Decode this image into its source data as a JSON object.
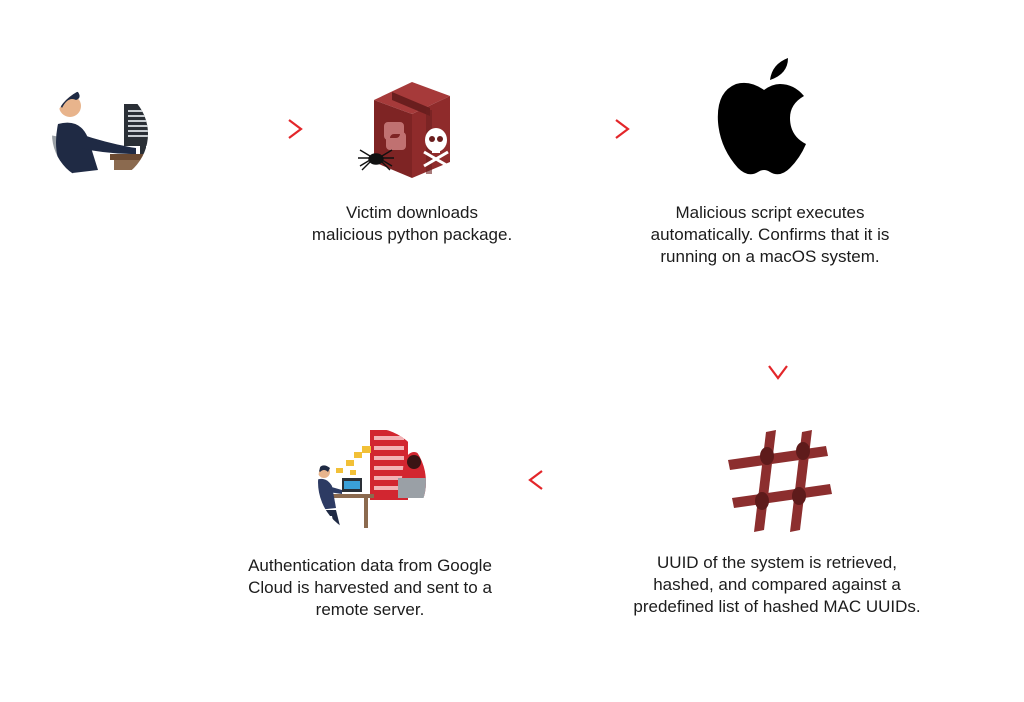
{
  "steps": [
    {
      "id": "victim",
      "icon": "developer-at-desk-icon",
      "caption": ""
    },
    {
      "id": "package",
      "icon": "malicious-package-box-icon",
      "caption": "Victim downloads\nmalicious python package."
    },
    {
      "id": "execute",
      "icon": "apple-logo-icon",
      "caption": "Malicious script executes\nautomatically. Confirms that it is\nrunning on a macOS system."
    },
    {
      "id": "uuid",
      "icon": "hash-symbol-icon",
      "caption": "UUID of the system is retrieved,\nhashed, and compared against a\npredefined list of hashed MAC UUIDs."
    },
    {
      "id": "exfil",
      "icon": "data-exfiltration-hacker-icon",
      "caption": "Authentication data from Google\nCloud is harvested and sent to a\nremote server."
    }
  ],
  "colors": {
    "arrow": "#e3262a",
    "box": "#8f2b2b",
    "hash": "#8c2e2e",
    "brand": "#d22630"
  }
}
